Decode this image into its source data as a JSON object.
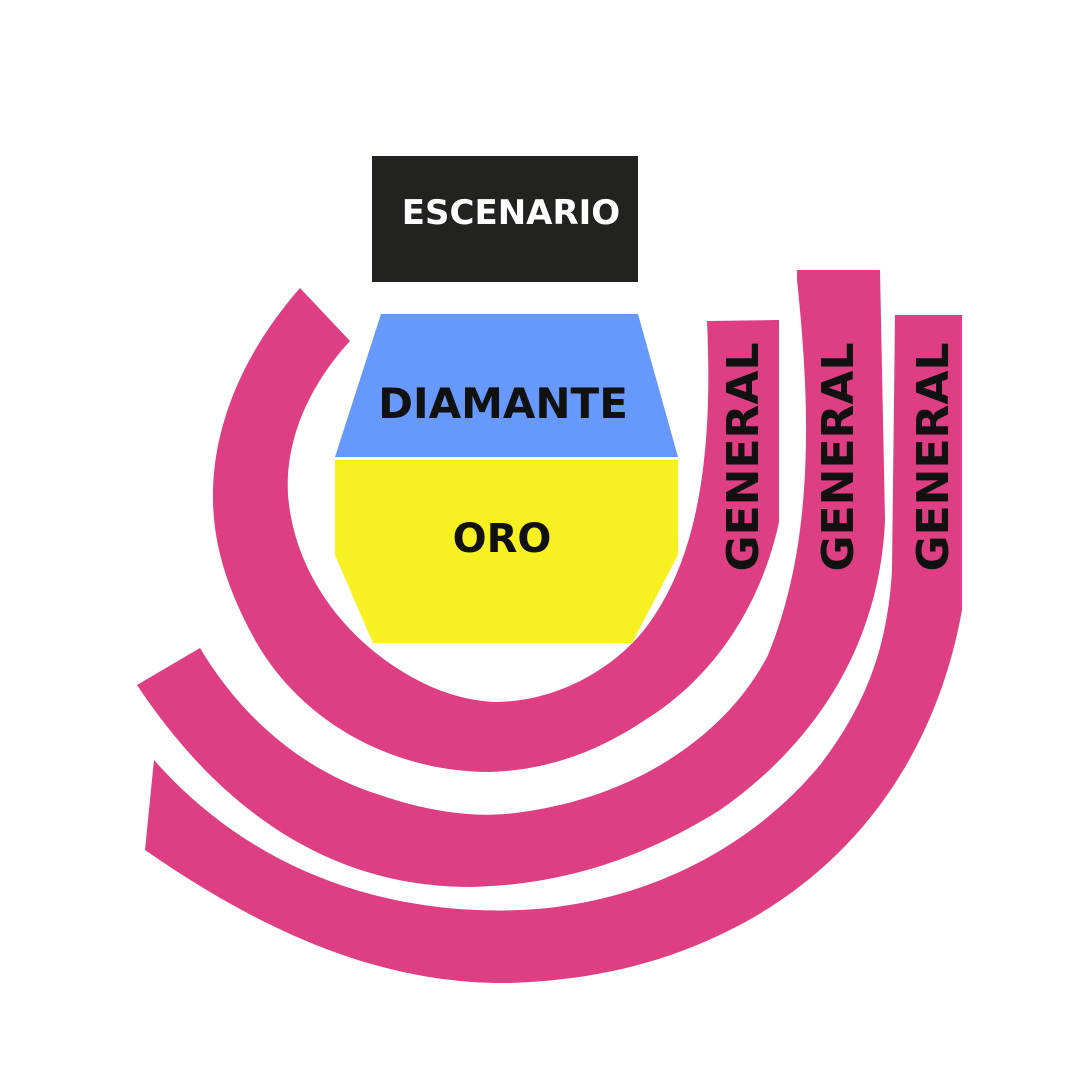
{
  "colors": {
    "stage": "#222221",
    "diamante": "#6699fb",
    "oro": "#f7f122",
    "general": "#de3e82",
    "stage_text": "#ffffff",
    "zone_text": "#111111"
  },
  "stage": {
    "label": "ESCENARIO"
  },
  "zones": {
    "diamante": {
      "label": "DIAMANTE"
    },
    "oro": {
      "label": "ORO"
    }
  },
  "general_sections": [
    {
      "label": "GENERAL"
    },
    {
      "label": "GENERAL"
    },
    {
      "label": "GENERAL"
    }
  ]
}
